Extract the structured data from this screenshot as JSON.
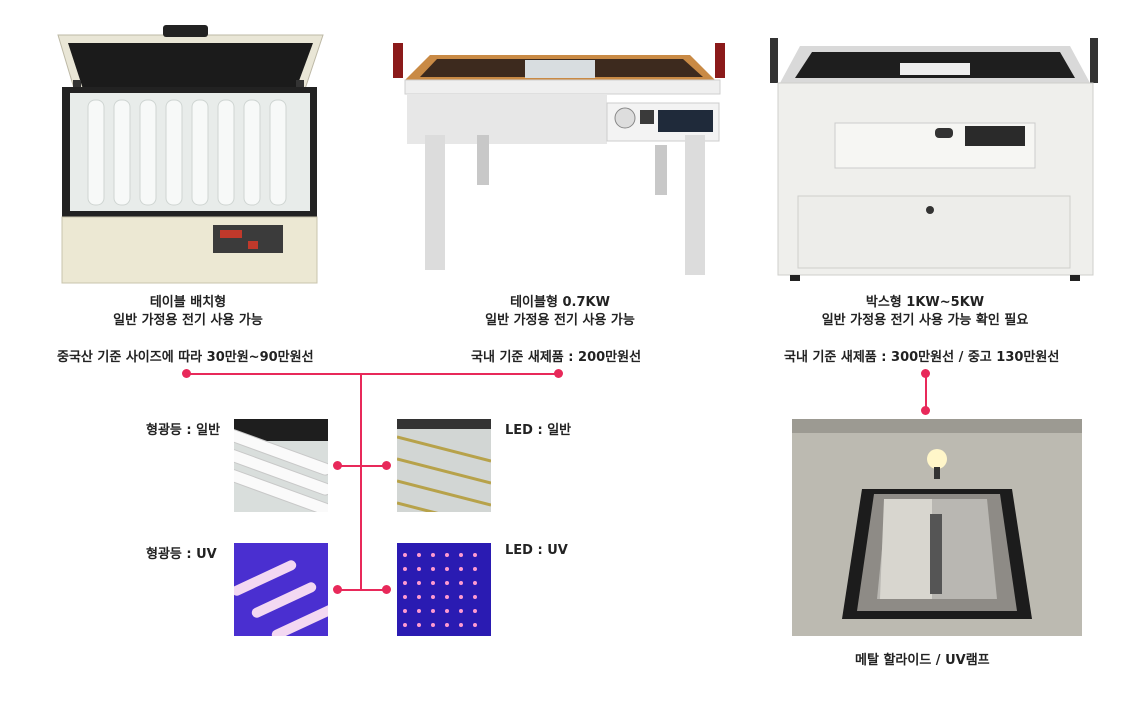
{
  "products": [
    {
      "name": "테이블 배치형",
      "desc": "일반 가정용 전기 사용 가능"
    },
    {
      "name": "테이블형 0.7KW",
      "desc": "일반 가정용 전기 사용 가능"
    },
    {
      "name": "박스형 1KW~5KW",
      "desc": "일반 가정용 전기 사용 가능 확인 필요"
    }
  ],
  "prices": {
    "china": "중국산 기준 사이즈에 따라 30만원~90만원선",
    "domestic_table": "국내 기준 새제품 : 200만원선",
    "domestic_box": "국내 기준 새제품 : 300만원선 / 중고 130만원선"
  },
  "lamps": {
    "fluorescent_normal": "형광등 : 일반",
    "led_normal": "LED : 일반",
    "fluorescent_uv": "형광등 : UV",
    "led_uv": "LED : UV",
    "metal_halide": "메탈 할라이드 / UV램프"
  },
  "colors": {
    "accent": "#e8295a"
  }
}
